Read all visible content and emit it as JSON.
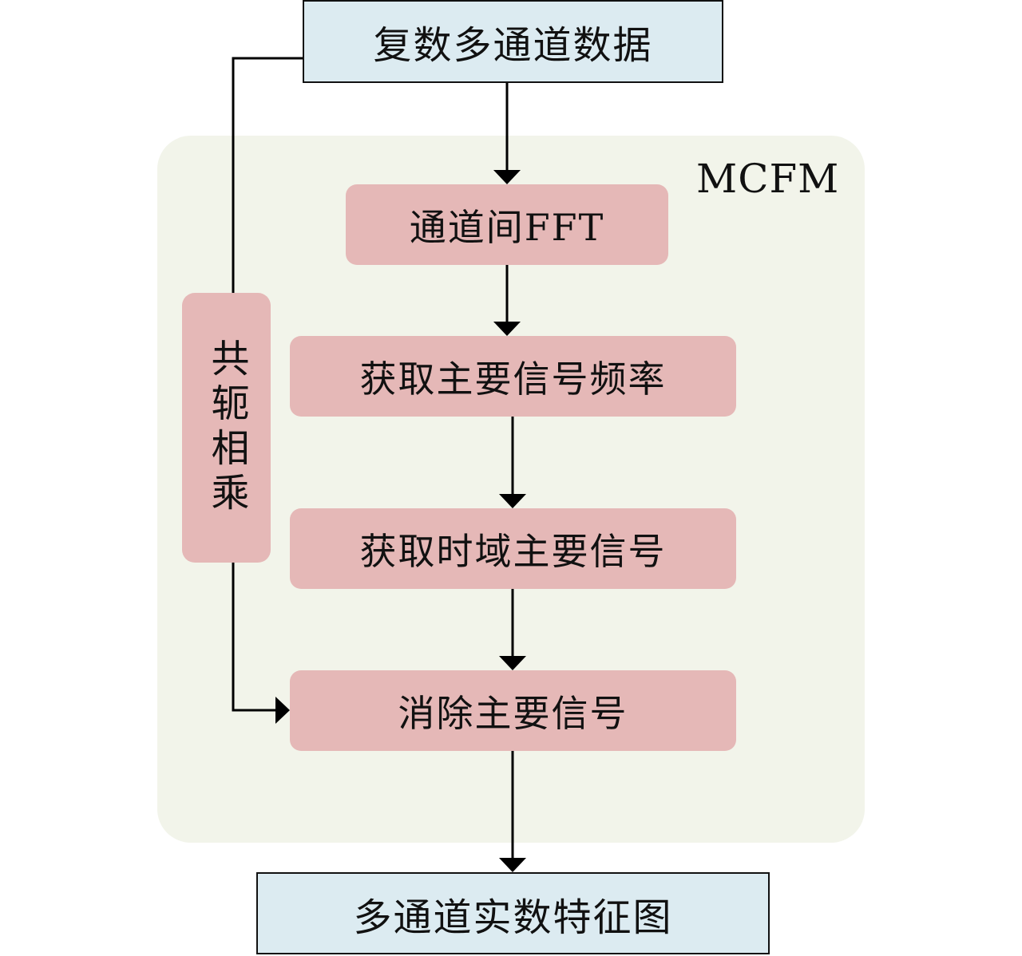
{
  "group": {
    "label": "MCFM"
  },
  "nodes": {
    "input": "复数多通道数据",
    "fft": "通道间FFT",
    "freq": "获取主要信号频率",
    "time": "获取时域主要信号",
    "remove": "消除主要信号",
    "conj": "共轭相乘",
    "output": "多通道实数特征图"
  },
  "edges": [
    {
      "from": "input",
      "to": "fft"
    },
    {
      "from": "fft",
      "to": "freq"
    },
    {
      "from": "freq",
      "to": "time"
    },
    {
      "from": "time",
      "to": "remove"
    },
    {
      "from": "input",
      "to": "conj"
    },
    {
      "from": "conj",
      "to": "remove"
    },
    {
      "from": "remove",
      "to": "output"
    }
  ],
  "colors": {
    "io_fill": "#dcebf1",
    "step_fill": "#e5b8b7",
    "group_fill": "#f2f4ea",
    "line": "#000000"
  }
}
